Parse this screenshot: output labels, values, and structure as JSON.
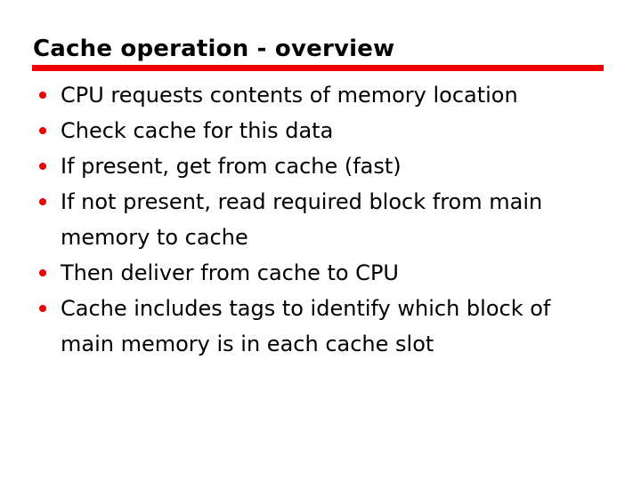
{
  "slide": {
    "title": "Cache operation - overview",
    "bullets": [
      "CPU requests contents of memory location",
      "Check cache for this data",
      "If present, get from cache (fast)",
      "If not present, read required block from main\nmemory to cache",
      "Then deliver from cache to CPU",
      "Cache includes tags to identify which block of\nmain memory is in each cache slot"
    ],
    "colors": {
      "accent": "#ee0000",
      "title": "#000000",
      "body_text": "#000000",
      "background": "#ffffff"
    },
    "bullet_icon": "filled-circle"
  }
}
